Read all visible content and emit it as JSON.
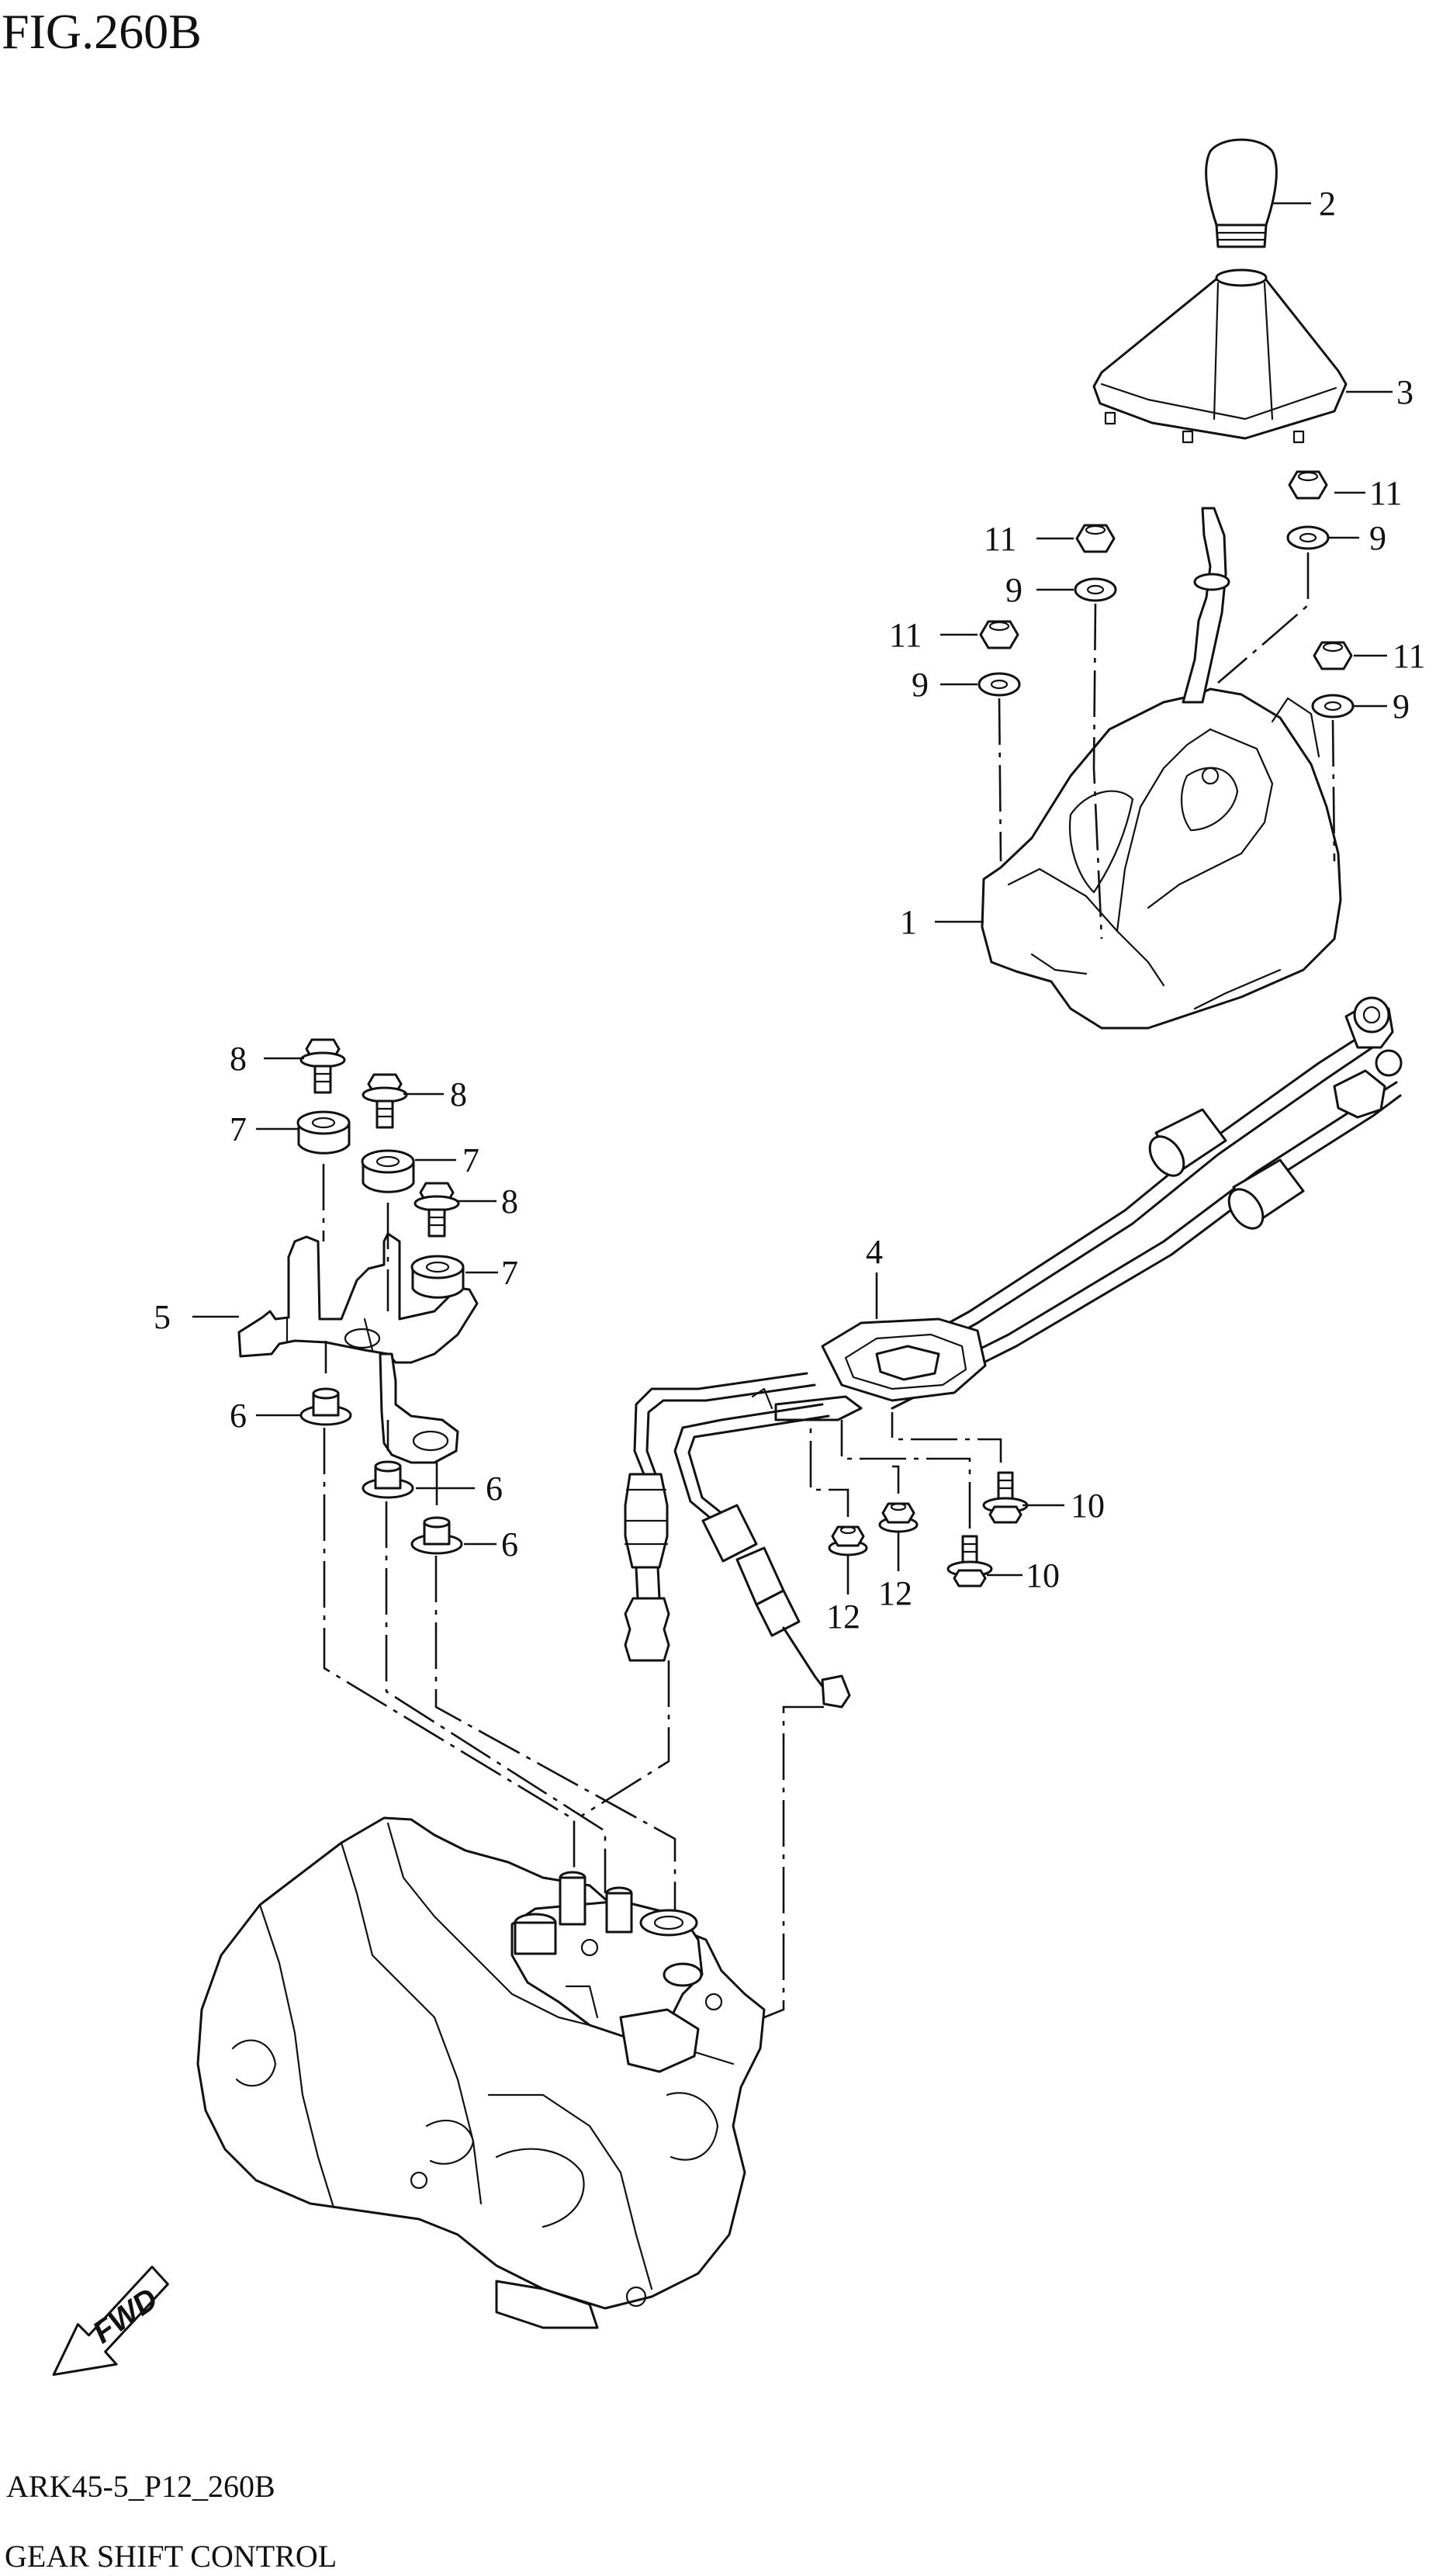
{
  "figure_title": "FIG.260B",
  "callouts": {
    "c1": "1",
    "c2": "2",
    "c3": "3",
    "c4": "4",
    "c5": "5",
    "c6a": "6",
    "c6b": "6",
    "c6c": "6",
    "c7a": "7",
    "c7b": "7",
    "c7c": "7",
    "c8a": "8",
    "c8b": "8",
    "c8c": "8",
    "c9a": "9",
    "c9b": "9",
    "c9c": "9",
    "c9d": "9",
    "c10a": "10",
    "c10b": "10",
    "c11a": "11",
    "c11b": "11",
    "c11c": "11",
    "c11d": "11",
    "c12a": "12",
    "c12b": "12"
  },
  "fwd_arrow_label": "FWD",
  "footer": {
    "code": "ARK45-5_P12_260B",
    "title": "GEAR SHIFT CONTROL"
  }
}
